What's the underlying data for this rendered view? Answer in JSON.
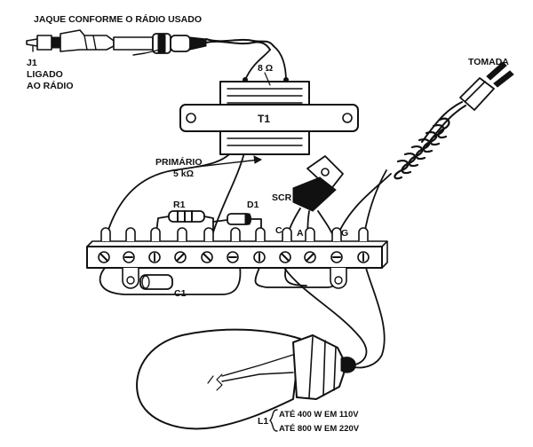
{
  "labels": {
    "jack_note": "JAQUE CONFORME O RÁDIO USADO",
    "j1_code": "J1",
    "j1_line1": "LIGADO",
    "j1_line2": "AO RÁDIO",
    "plug": "TOMADA",
    "transformer": "T1",
    "secondary_ohms": "8 Ω",
    "primary_line1": "PRIMÁRIO",
    "primary_line2": "5 kΩ",
    "scr": "SCR",
    "r1": "R1",
    "d1": "D1",
    "c1": "C1",
    "pin_c": "C",
    "pin_a": "A",
    "pin_g": "G",
    "lamp_code": "L1",
    "lamp_spec1": "ATÉ 400 W EM 110V",
    "lamp_spec2": "ATÉ 800 W EM 220V"
  },
  "colors": {
    "ink": "#111111",
    "paper": "#ffffff"
  }
}
